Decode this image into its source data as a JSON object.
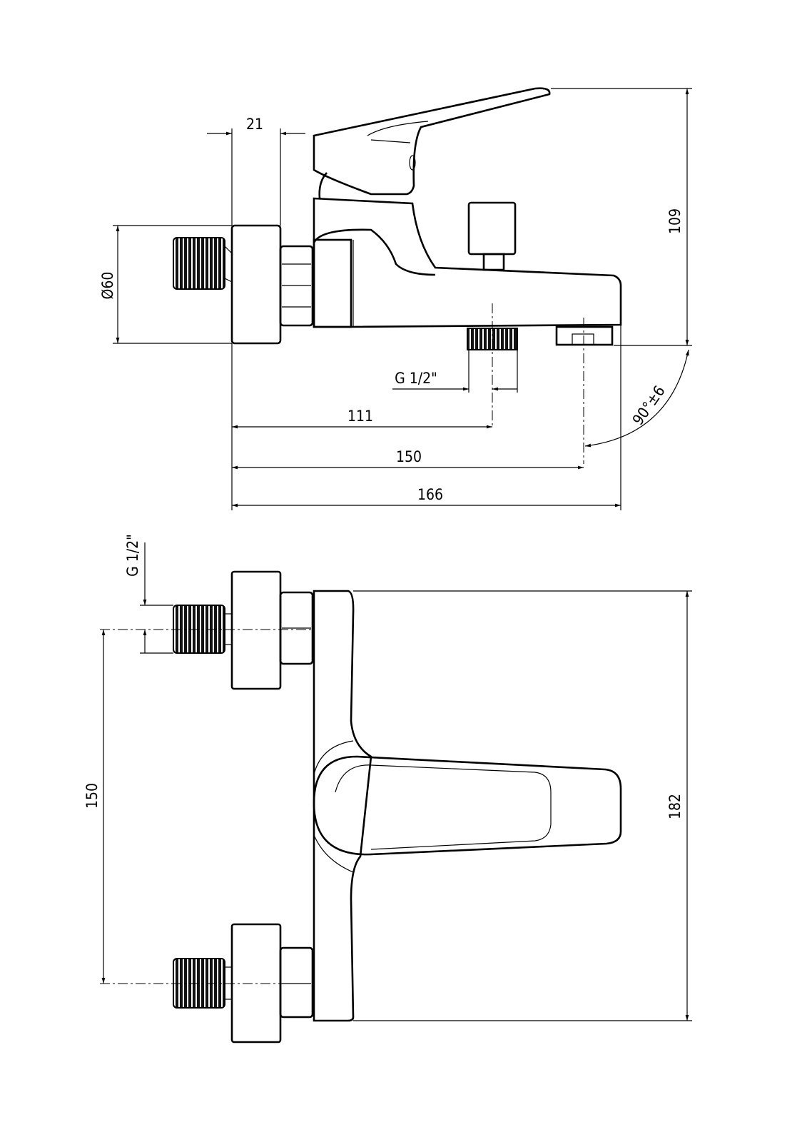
{
  "side_view": {
    "dims": {
      "flange_depth": "21",
      "flange_diameter": "Ø60",
      "height": "109",
      "outlet_thread": "G 1/2\"",
      "to_outlet": "111",
      "to_spout": "150",
      "overall_length": "166",
      "spout_angle": "90°±6"
    }
  },
  "front_view": {
    "dims": {
      "inlet_thread": "G 1/2\"",
      "inlet_spacing": "150",
      "body_height": "182"
    }
  },
  "colors": {
    "line": "#000000",
    "background": "#ffffff"
  }
}
